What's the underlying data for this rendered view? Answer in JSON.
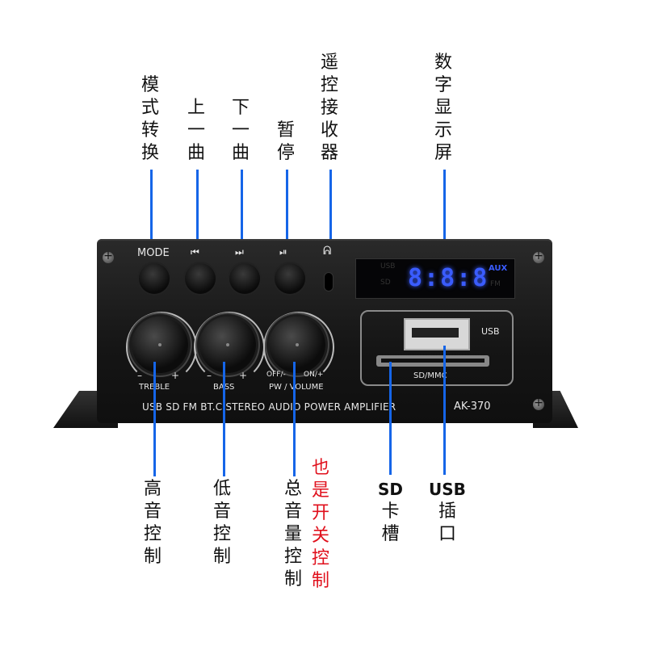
{
  "top_labels": {
    "mode": "模式转换",
    "prev": "上一曲",
    "next": "下一曲",
    "pause": "暂停",
    "remote": "遥控接收器",
    "display": "数字显示屏"
  },
  "bottom_labels": {
    "treble": "高音控制",
    "bass": "低音控制",
    "volume": "总音量控制",
    "power_note": "也是开关控制",
    "sd_title": "SD",
    "sd_text": "卡槽",
    "usb_title": "USB",
    "usb_text": "插口"
  },
  "panel": {
    "mode_label": "MODE",
    "prev_glyph": "⏮",
    "next_glyph": "⏭",
    "pause_glyph": "⏯",
    "remote_glyph": "ᕱ",
    "treble": "TREBLE",
    "bass": "BASS",
    "volume": "PW / VOLUME",
    "off_label": "OFF/-",
    "on_label": "ON/+",
    "minus": "–",
    "plus": "+",
    "display_digits": "8:8:8",
    "aux": "AUX",
    "fm": "FM",
    "usb_ind": "USB",
    "sd_ind": "SD",
    "usb_label": "USB",
    "sdmmc_label": "SD/MMC",
    "footer": "USB SD FM BT.C STEREO AUDIO POWER AMPLIFIER",
    "model": "AK-370"
  },
  "colors": {
    "line": "#1565e8",
    "red_text": "#e0101c",
    "display_blue": "#3a5cff"
  }
}
